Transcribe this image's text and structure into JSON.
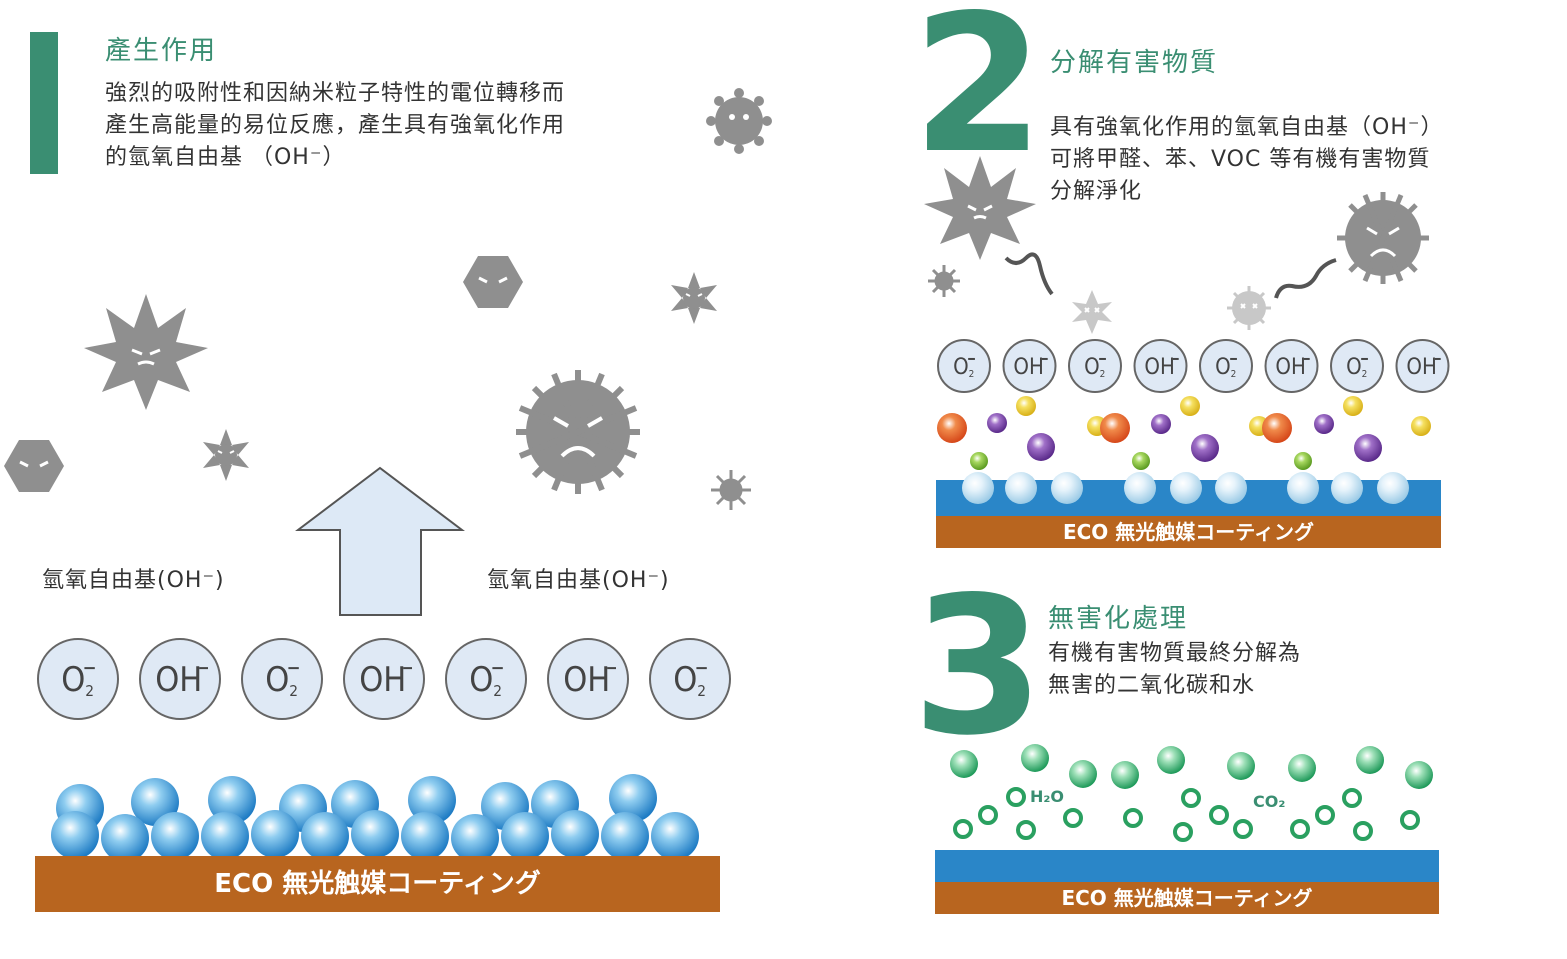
{
  "step1": {
    "number": "1",
    "title": "產生作用",
    "body": [
      "強烈的吸附性和因納米粒子特性的電位轉移而",
      "產生高能量的易位反應，產生具有強氧化作用",
      "的氫氧自由基 （OH⁻）"
    ],
    "label_left": "氫氧自由基(OH⁻)",
    "label_right": "氫氧自由基(OH⁻)",
    "ions": [
      "O2-",
      "OH-",
      "O2-",
      "OH-",
      "O2-",
      "OH-",
      "O2-"
    ],
    "coating_label": "ECO 無光触媒コーティング"
  },
  "step2": {
    "number": "2",
    "title": "分解有害物質",
    "body": [
      "具有強氧化作用的氫氧自由基（OH⁻）",
      "可將甲醛、苯、VOC 等有機有害物質",
      "分解淨化"
    ],
    "ions": [
      "O2-",
      "OH-",
      "O2-",
      "OH-",
      "O2-",
      "OH-",
      "O2-",
      "OH-"
    ],
    "coating_label": "ECO 無光触媒コーティング"
  },
  "step3": {
    "number": "3",
    "title": "無害化處理",
    "body": [
      "有機有害物質最終分解為",
      "無害的二氧化碳和水"
    ],
    "h2o_label": "H₂O",
    "co2_label": "CO₂",
    "coating_label": "ECO 無光触媒コーティング"
  },
  "colors": {
    "accent": "#3a8e72",
    "coating_brown": "#b8651f",
    "coating_blue": "#2a86c8",
    "germ_gray": "#8f8f8f",
    "ion_fill": "#dfe9f5",
    "arrow_fill": "#dde9f6"
  }
}
